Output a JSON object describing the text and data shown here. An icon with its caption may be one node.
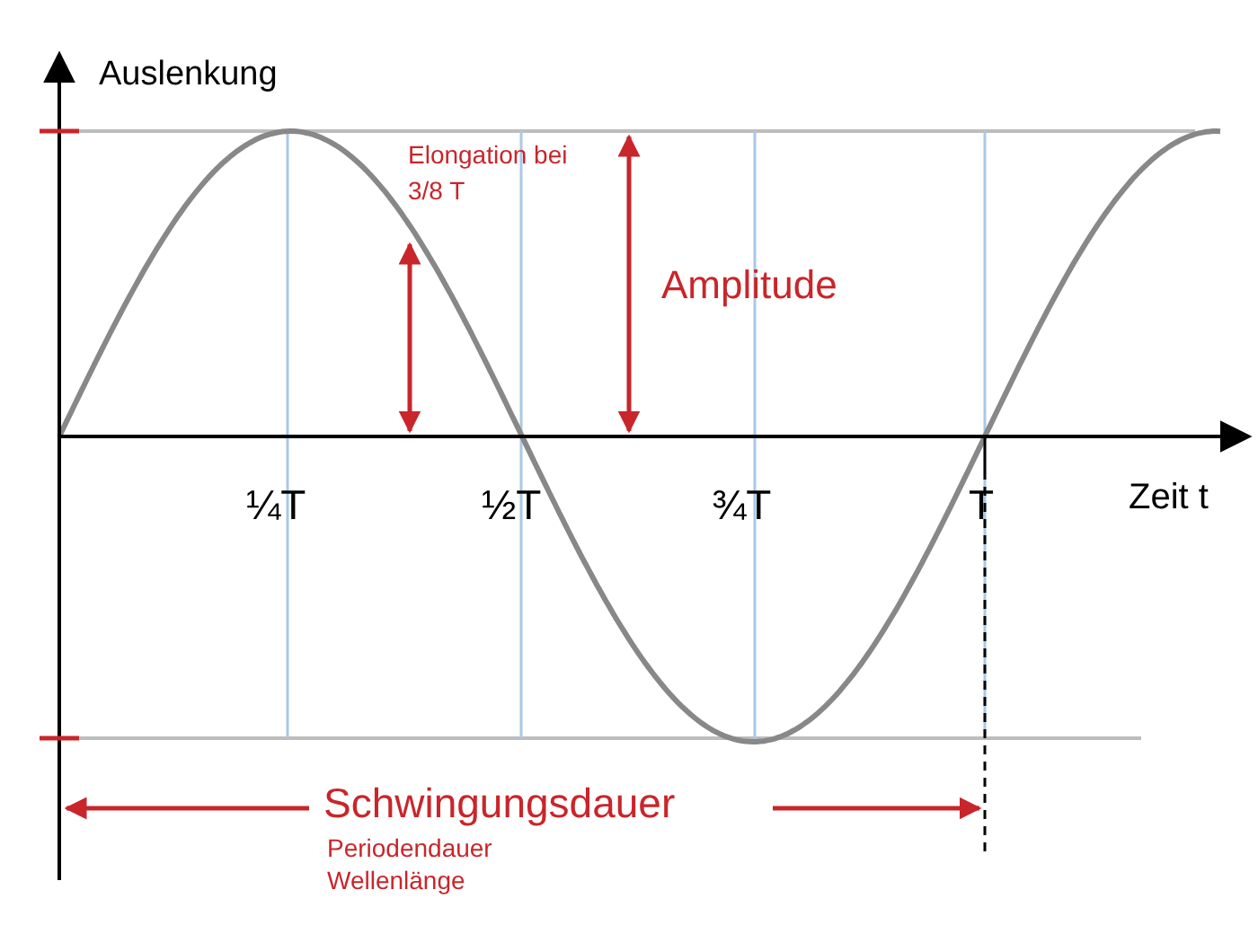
{
  "diagram": {
    "labels": [
      "Auslenkung",
      "Elongation bei 3/8 T",
      "Amplitude",
      "¼T",
      "½T",
      "¾T",
      "T",
      "Zeit t",
      "Schwingungsdauer",
      "Periodendauer",
      "Wellenlänge"
    ]
  }
}
